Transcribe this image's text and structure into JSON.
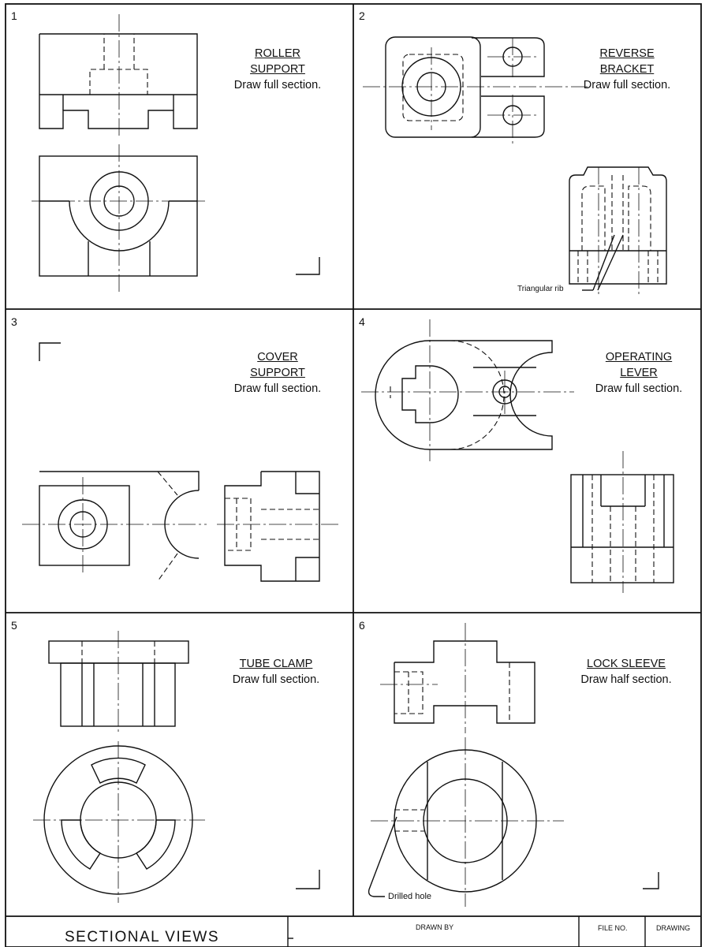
{
  "problems": [
    {
      "number": "1",
      "title_lines": [
        "ROLLER",
        "SUPPORT"
      ],
      "instruction": "Draw full section."
    },
    {
      "number": "2",
      "title_lines": [
        "REVERSE",
        "BRACKET"
      ],
      "instruction": "Draw full section.",
      "note": "Triangular rib"
    },
    {
      "number": "3",
      "title_lines": [
        "COVER",
        "SUPPORT"
      ],
      "instruction": "Draw full section."
    },
    {
      "number": "4",
      "title_lines": [
        "OPERATING",
        "LEVER"
      ],
      "instruction": "Draw full section."
    },
    {
      "number": "5",
      "title_lines": [
        "TUBE CLAMP"
      ],
      "instruction": "Draw full section."
    },
    {
      "number": "6",
      "title_lines": [
        "LOCK SLEEVE"
      ],
      "instruction": "Draw half section.",
      "note": "Drilled hole"
    }
  ],
  "title_block": {
    "title": "SECTIONAL VIEWS",
    "drawn_by_label": "DRAWN BY",
    "file_no_label": "FILE NO.",
    "drawing_label": "DRAWING"
  }
}
